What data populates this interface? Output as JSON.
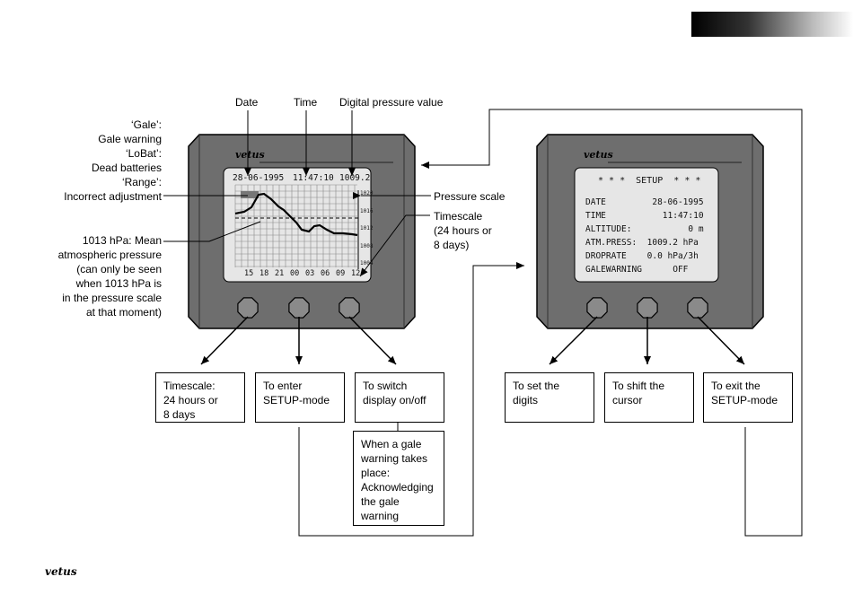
{
  "brand": "vetus",
  "colors": {
    "housing": "#6e6e6e",
    "screen": "#e6e6e6",
    "line": "#000000",
    "header_bar": "#000000"
  },
  "left_display": {
    "date": "28-06-1995",
    "time": "11:47:10",
    "pressure": "1009.2",
    "y_ticks": [
      "1020",
      "1016",
      "1012",
      "1008",
      "1004"
    ],
    "x_ticks": [
      "15",
      "18",
      "21",
      "00",
      "03",
      "06",
      "09",
      "12"
    ]
  },
  "right_display": {
    "title": "* * *  SETUP  * * *",
    "rows": [
      "DATE         28-06-1995",
      "TIME           11:47:10",
      "ALTITUDE:           0 m",
      "ATM.PRESS:  1009.2 hPa",
      "DROPRATE    0.0 hPa/3h",
      "GALEWARNING      OFF"
    ]
  },
  "labels": {
    "date": "Date",
    "time": "Time",
    "digital_pressure": "Digital pressure value",
    "gale_block": "‘Gale’:\nGale warning\n‘LoBat’:\nDead batteries\n‘Range’:\nIncorrect adjustment",
    "mean_pressure": "1013 hPa: Mean\natmospheric pressure\n(can only be seen\nwhen 1013 hPa is\nin the pressure scale\nat that moment)",
    "pressure_scale": "Pressure scale",
    "timescale": "Timescale\n(24 hours or\n8 days)"
  },
  "boxes": {
    "timescale": "Timescale:\n24 hours or\n8 days",
    "enter_setup": "To enter\nSETUP-mode",
    "switch_display": "To switch\ndisplay on/off",
    "gale_ack": "When a gale\nwarning takes\nplace:\nAcknowledging\nthe gale\nwarning",
    "set_digits": "To set the\ndigits",
    "shift_cursor": "To shift the\ncursor",
    "exit_setup": "To exit the\nSETUP-mode"
  }
}
